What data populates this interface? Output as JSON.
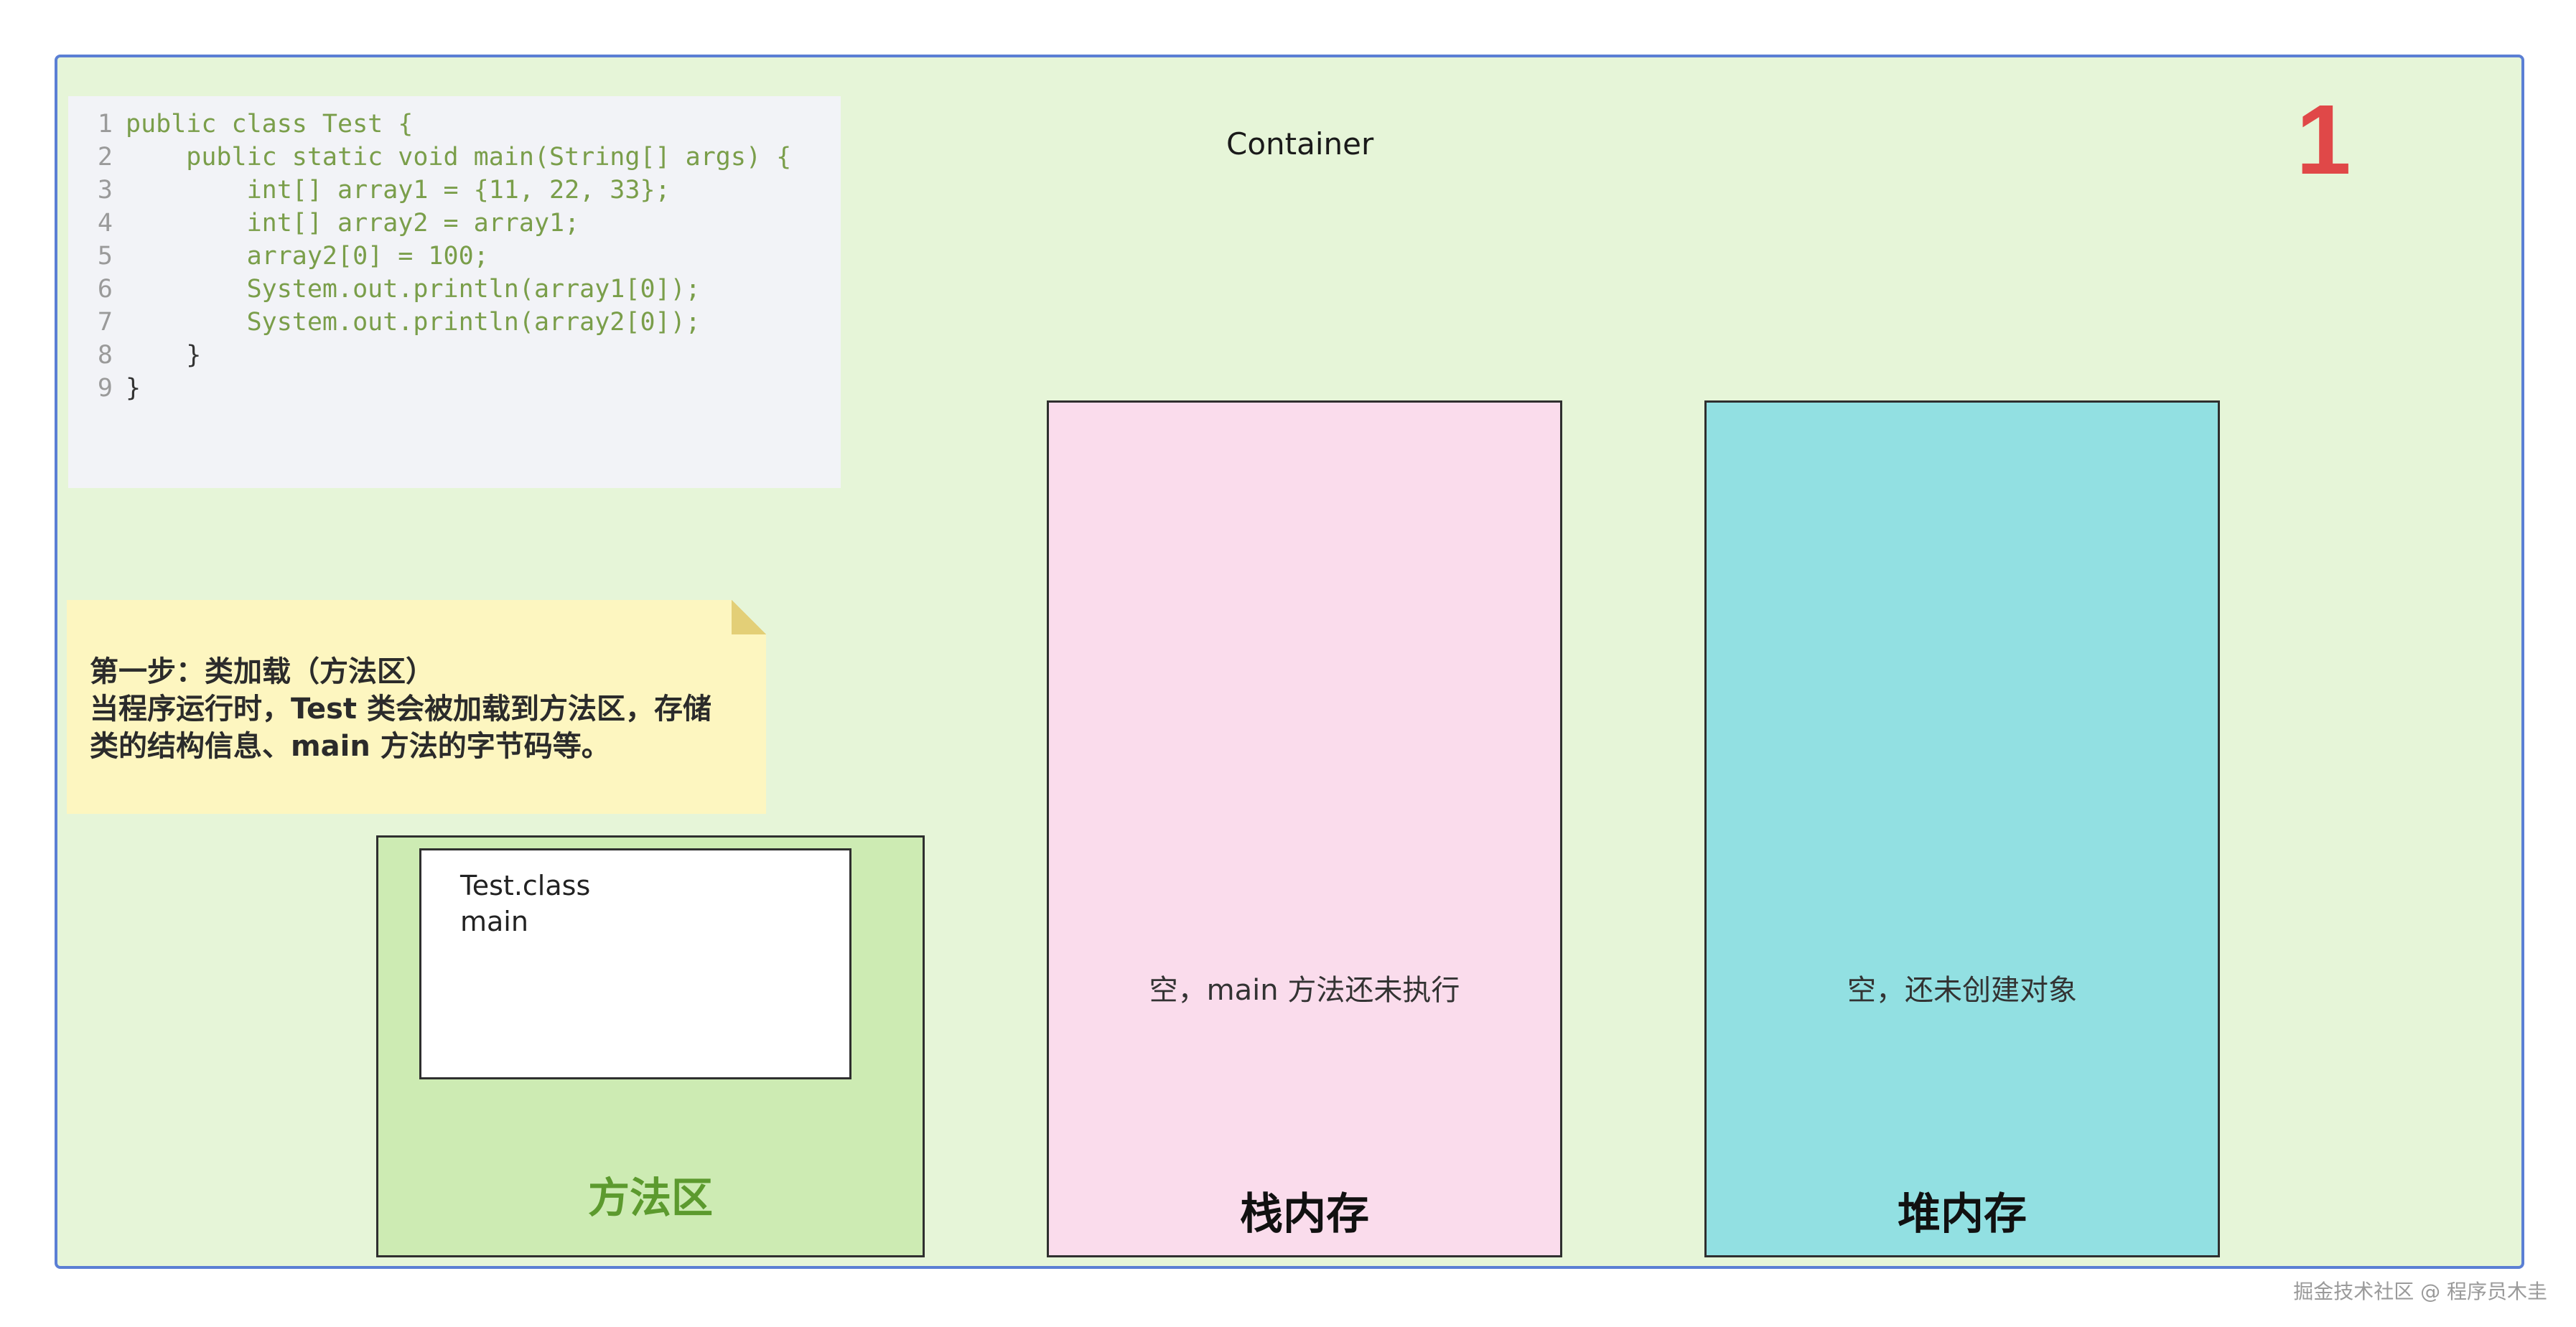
{
  "container": {
    "label": "Container",
    "step_number": "1"
  },
  "code": {
    "lines": [
      {
        "num": "1",
        "text": "public class Test {"
      },
      {
        "num": "2",
        "text": "    public static void main(String[] args) {"
      },
      {
        "num": "3",
        "text": "        int[] array1 = {11, 22, 33};"
      },
      {
        "num": "4",
        "text": "        int[] array2 = array1;"
      },
      {
        "num": "5",
        "text": "        array2[0] = 100;"
      },
      {
        "num": "6",
        "text": "        System.out.println(array1[0]);"
      },
      {
        "num": "7",
        "text": "        System.out.println(array2[0]);"
      },
      {
        "num": "8",
        "text": "    }"
      },
      {
        "num": "9",
        "text": "}"
      }
    ]
  },
  "note": {
    "line1": "第一步：类加载（方法区）",
    "line2": "当程序运行时，Test 类会被加载到方法区，存储",
    "line3": "类的结构信息、main 方法的字节码等。"
  },
  "method_area": {
    "title": "方法区",
    "class_name": "Test.class",
    "method_name": "main"
  },
  "stack": {
    "title": "栈内存",
    "content": "空，main 方法还未执行"
  },
  "heap": {
    "title": "堆内存",
    "content": "空，还未创建对象"
  },
  "watermark": "掘金技术社区 @ 程序员木圭",
  "colors": {
    "container_bg": "#e6f5d8",
    "container_border": "#5b7fd4",
    "step_number": "#e04848",
    "note_bg": "#fdf6c0",
    "method_area_bg": "#cdebb3",
    "method_area_title": "#5c9a2e",
    "stack_bg": "#fadcec",
    "heap_bg": "#92e0e2"
  }
}
